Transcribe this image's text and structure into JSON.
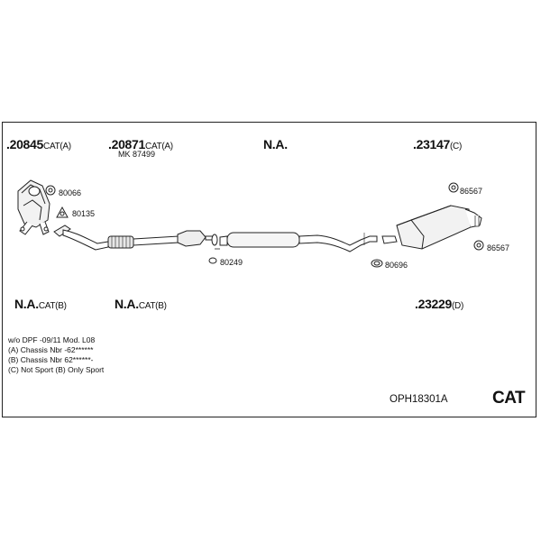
{
  "parts_top": [
    {
      "pn": ".20845",
      "sfx": "CAT(A)"
    },
    {
      "pn": ".20871",
      "sfx": "CAT(A)"
    },
    {
      "pn": "N.A.",
      "sfx": ""
    },
    {
      "pn": ".23147",
      "sfx": "(C)"
    }
  ],
  "mk_label": "MK 87499",
  "parts_bottom": [
    {
      "pn": "N.A.",
      "sfx": "CAT(B)"
    },
    {
      "pn": "N.A.",
      "sfx": "CAT(B)"
    },
    {
      "pn": ".23229",
      "sfx": "(D)"
    }
  ],
  "small_parts": {
    "p80066": "80066",
    "p80135": "80135",
    "p80249": "80249",
    "p80696": "80696",
    "p86567a": "86567",
    "p86567b": "86567"
  },
  "notes": [
    "w/o DPF   -09/11   Mod. L08",
    "(A) Chassis Nbr -62******",
    "(B) Chassis Nbr 62******-",
    "(C) Not Sport (B) Only Sport"
  ],
  "footer": {
    "code": "OPH18301A",
    "brand": "CAT"
  }
}
